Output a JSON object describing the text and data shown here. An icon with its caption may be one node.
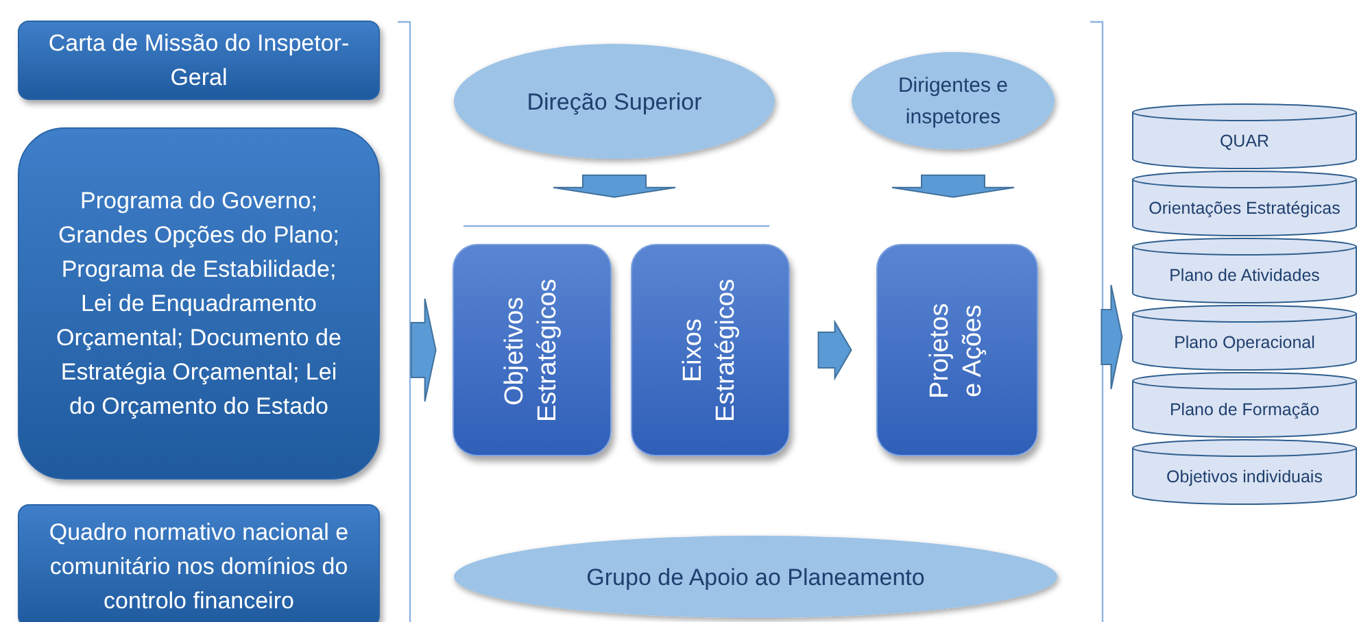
{
  "diagram": {
    "nodes": [
      {
        "text": [
          "Carta de Missão do Inspetor-Geral"
        ]
      },
      {
        "text": [
          "Programa do Governo; Grandes Opções do Plano; Programa de Estabilidade; Lei de Enquadramento Orçamental; Documento de Estratégia Orçamental; Lei do Orçamento do Estado"
        ]
      },
      {
        "text": [
          "Quadro normativo nacional e comunitário nos domínios do controlo financeiro"
        ]
      },
      {
        "text": [
          "Direção Superior"
        ]
      },
      {
        "text": [
          "Dirigentes e inspetores"
        ]
      },
      {
        "text": [
          "Objetivos Estratégicos"
        ]
      },
      {
        "text": [
          "Eixos Estratégicos"
        ]
      },
      {
        "text": [
          "Projetos e Ações"
        ]
      },
      {
        "text": [
          "Grupo de Apoio ao Planeamento"
        ]
      },
      {
        "text": [
          "QUAR"
        ]
      },
      {
        "text": [
          "Orientações Estratégicas"
        ]
      },
      {
        "text": [
          "Plano de Atividades"
        ]
      },
      {
        "text": [
          "Plano Operacional"
        ]
      },
      {
        "text": [
          "Plano de Formação"
        ]
      },
      {
        "text": [
          "Objetivos individuais"
        ]
      }
    ],
    "edges": [
      {
        "from": 1,
        "to": 5,
        "arrow": "to"
      },
      {
        "from": 3,
        "to": 5,
        "arrow": "to"
      },
      {
        "from": 3,
        "to": 6,
        "arrow": "to"
      },
      {
        "from": 6,
        "to": 7,
        "arrow": "to"
      },
      {
        "from": 4,
        "to": 7,
        "arrow": "to"
      },
      {
        "from": 7,
        "to": 12,
        "arrow": "to"
      }
    ]
  }
}
